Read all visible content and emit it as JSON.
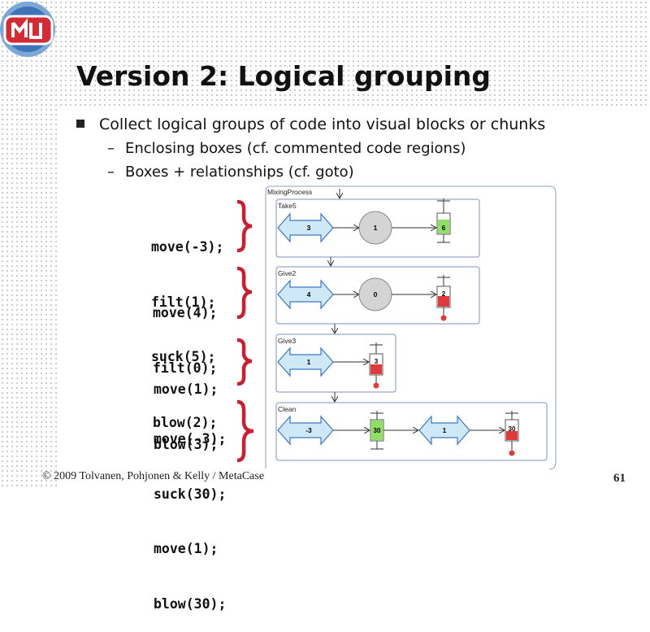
{
  "title": "Version 2: Logical grouping",
  "bullet": "Collect logical groups of code into visual blocks or chunks",
  "subbullets": [
    "Enclosing boxes (cf. commented code regions)",
    "Boxes + relationships (cf. goto)"
  ],
  "code_groups": [
    [
      "move(-3);",
      "filt(1);",
      "suck(5);"
    ],
    [
      "move(4);",
      "filt(0);",
      "blow(2);"
    ],
    [
      "move(1);",
      "blow(3);"
    ],
    [
      "move(-3);",
      "suck(30);",
      "move(1);",
      "blow(30);"
    ]
  ],
  "diagram": {
    "process_label": "MixingProcess",
    "groups": [
      {
        "name": "Take5",
        "arrow": "3",
        "filter": "1",
        "tube": "6",
        "tube_color": "green"
      },
      {
        "name": "Give2",
        "arrow": "4",
        "filter": "0",
        "tube": "2",
        "tube_color": "red"
      },
      {
        "name": "Give3",
        "arrow": "1",
        "tube": "3",
        "tube_color": "red"
      },
      {
        "name": "Clean",
        "arrow": "-3",
        "tube": "30",
        "tube_color": "green",
        "arrow2": "1",
        "tube2": "30",
        "tube2_color": "red"
      }
    ]
  },
  "colors": {
    "brace": "#cc1e2e",
    "arrow_fill": "#cfe8f8",
    "arrow_stroke": "#3a78c2",
    "tube_green": "#8ee060",
    "tube_red": "#e03a3a"
  },
  "footer": "© 2009 Tolvanen, Pohjonen & Kelly / MetaCase",
  "page_number": "61"
}
